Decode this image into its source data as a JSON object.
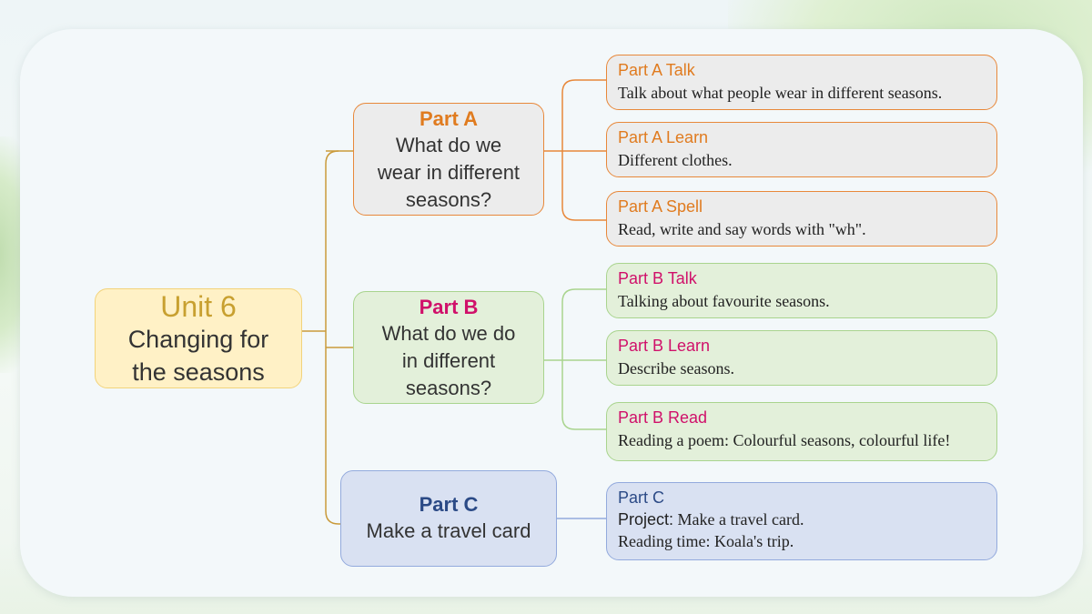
{
  "root": {
    "line1": "Unit 6",
    "line2": "Changing for",
    "line3": "the seasons"
  },
  "partA": {
    "title": "Part A",
    "question": [
      "What do we",
      "wear in different",
      "seasons?"
    ],
    "items": [
      {
        "title": "Part A Talk",
        "desc": "Talk about what people wear in different seasons."
      },
      {
        "title": "Part A Learn",
        "desc": "Different clothes."
      },
      {
        "title": "Part A Spell",
        "desc": "Read, write and say words  with  \"wh\"."
      }
    ]
  },
  "partB": {
    "title": "Part B",
    "question": [
      "What do we do",
      "in different",
      "seasons?"
    ],
    "items": [
      {
        "title": "Part B Talk",
        "desc": "Talking about favourite seasons."
      },
      {
        "title": "Part B Learn",
        "desc": "Describe seasons."
      },
      {
        "title": "Part B Read",
        "desc": "Reading a poem: Colourful seasons, colourful life!"
      }
    ]
  },
  "partC": {
    "title": "Part C",
    "subtitle": "Make a travel card",
    "detail": {
      "title": "Part C",
      "project_label": "Project:",
      "project_text": " Make a travel card.",
      "reading": "Reading time: Koala's trip."
    }
  },
  "colors": {
    "partA": "#e07b1f",
    "partB": "#d0106a",
    "partC": "#2b4a86",
    "connector": "#c99a3a"
  }
}
